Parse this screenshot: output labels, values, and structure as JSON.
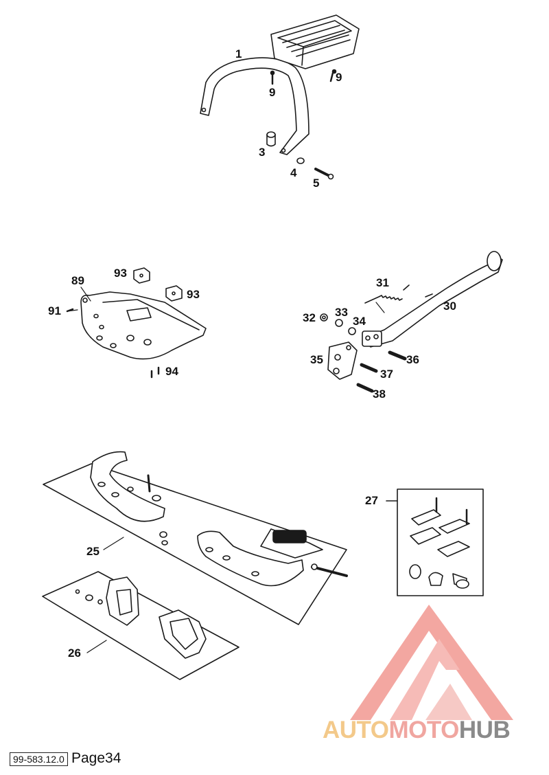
{
  "callouts": {
    "c1": "1",
    "c9a": "9",
    "c9b": "9",
    "c3": "3",
    "c4": "4",
    "c5": "5",
    "c89": "89",
    "c93a": "93",
    "c93b": "93",
    "c91": "91",
    "c94": "94",
    "c31": "31",
    "c30": "30",
    "c32": "32",
    "c33": "33",
    "c34": "34",
    "c35": "35",
    "c36": "36",
    "c37": "37",
    "c38": "38",
    "c27": "27",
    "c25": "25",
    "c26": "26"
  },
  "footer": {
    "code": "99-583.12.0",
    "page": "Page34"
  },
  "watermark": {
    "auto": "AUTO",
    "moto": "MOTO",
    "hub": "HUB",
    "colors": {
      "auto": "#f3c98a",
      "moto": "#f0a6a0",
      "hub": "#8a8a8a",
      "logo": "#ef7a72"
    }
  }
}
